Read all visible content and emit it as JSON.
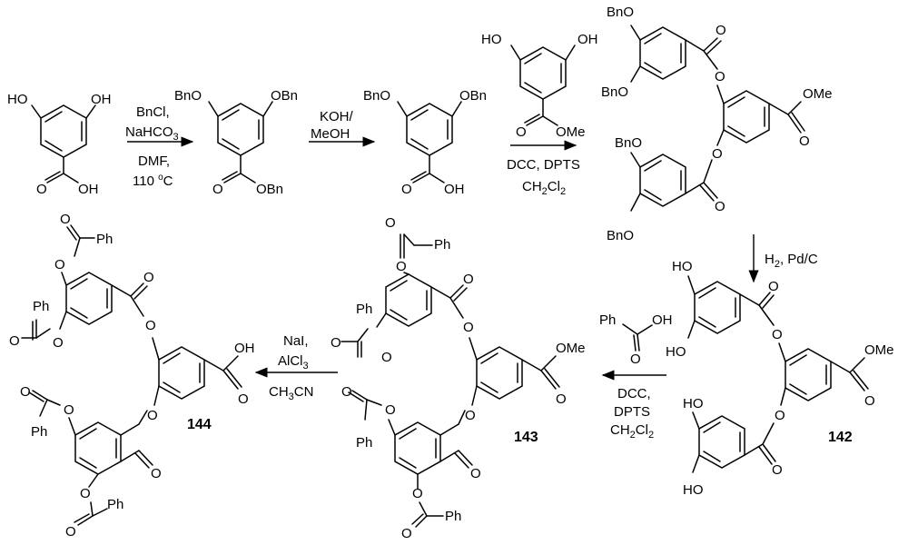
{
  "diagram": {
    "reagents": {
      "step1": {
        "line1": "BnCl,",
        "line2": "NaHCO",
        "line2_sub": "3",
        "line3": "DMF,",
        "line4": "110 ",
        "line4_sup": "o",
        "line4_tail": "C"
      },
      "step2": {
        "line1": "KOH/",
        "line2": "MeOH"
      },
      "step3": {
        "line1": "DCC, DPTS",
        "line2a": "CH",
        "line2_sub1": "2",
        "line2b": "Cl",
        "line2_sub2": "2"
      },
      "step4": {
        "line1": "H",
        "line1_sub": "2",
        "line1_tail": ", Pd/C"
      },
      "step5": {
        "line1": "DCC,",
        "line2": "DPTS",
        "line3a": "CH",
        "line3_sub1": "2",
        "line3b": "Cl",
        "line3_sub2": "2"
      },
      "step6": {
        "line1": "NaI,",
        "line2": "AlCl",
        "line2_sub": "3",
        "line3a": "CH",
        "line3_sub": "3",
        "line3b": "CN"
      }
    },
    "compounds": {
      "c142": "142",
      "c143": "143",
      "c144": "144"
    },
    "groups": {
      "ho": "HO",
      "oh": "OH",
      "bno": "BnO",
      "obn": "OBn",
      "o": "O",
      "ome": "OMe",
      "ph": "Ph"
    }
  }
}
